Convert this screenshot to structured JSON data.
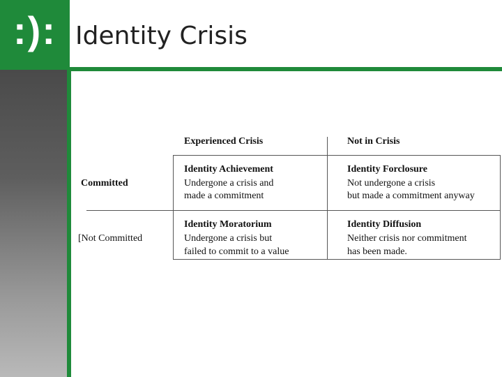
{
  "logo": {
    "text": ":):"
  },
  "slide": {
    "title": "Identity Crisis"
  },
  "matrix": {
    "column_headers": [
      "Experienced Crisis",
      "Not in Crisis"
    ],
    "rows": [
      {
        "label": "Committed",
        "cells": [
          {
            "heading": "Identity Achievement",
            "lines": [
              "Undergone a crisis and",
              "made a commitment"
            ]
          },
          {
            "heading": "Identity Forclosure",
            "lines": [
              "Not undergone a crisis",
              "but made a commitment anyway"
            ]
          }
        ]
      },
      {
        "label": "[Not Committed",
        "cells": [
          {
            "heading": "Identity Moratorium",
            "lines": [
              "Undergone a crisis but",
              "failed to commit to a value"
            ]
          },
          {
            "heading": "Identity Diffusion",
            "lines": [
              "Neither crisis nor commitment",
              "has been made."
            ]
          }
        ]
      }
    ]
  }
}
